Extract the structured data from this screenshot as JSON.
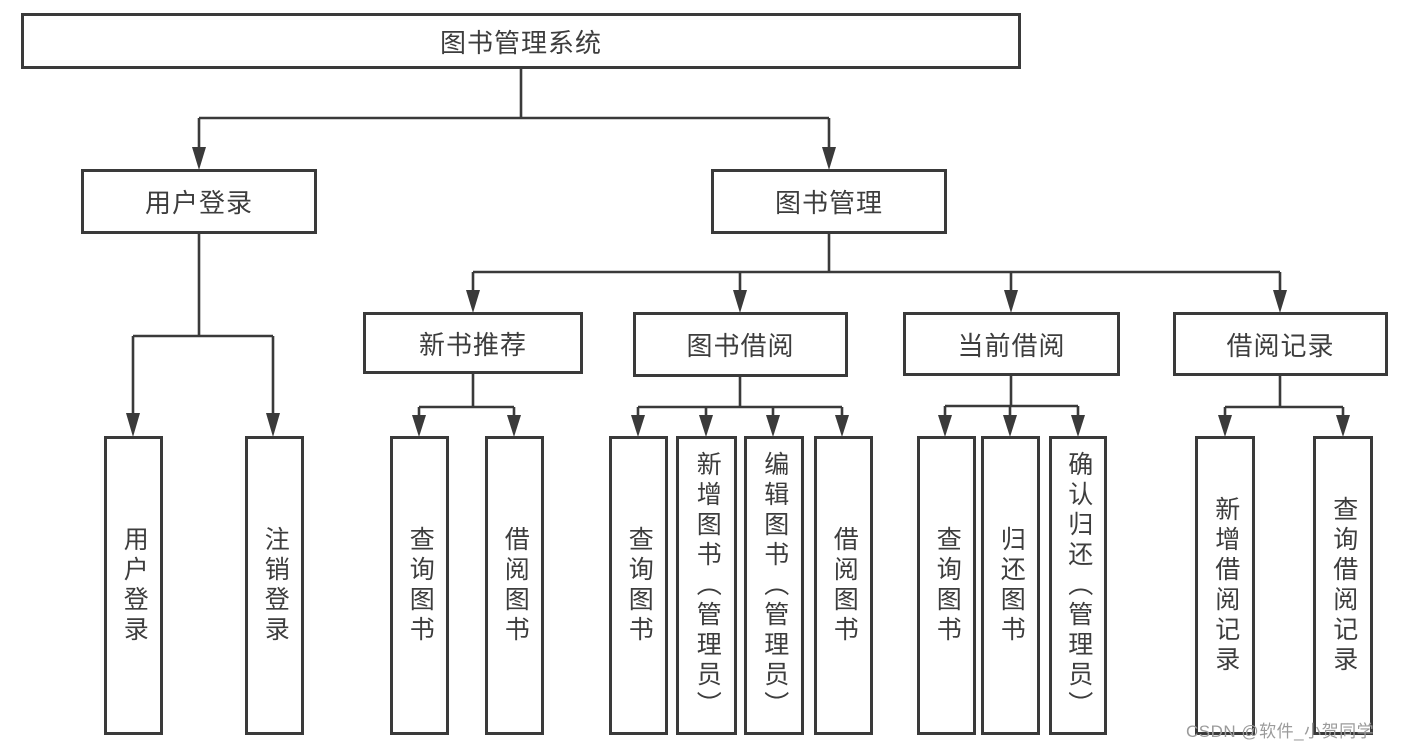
{
  "diagram_title": "图书管理系统",
  "nodes": {
    "root": {
      "label": "图书管理系统"
    },
    "level2": [
      {
        "label": "用户登录"
      },
      {
        "label": "图书管理"
      }
    ],
    "level3": [
      {
        "label": "新书推荐",
        "parent": "图书管理"
      },
      {
        "label": "图书借阅",
        "parent": "图书管理"
      },
      {
        "label": "当前借阅",
        "parent": "图书管理"
      },
      {
        "label": "借阅记录",
        "parent": "图书管理"
      }
    ],
    "leaves": [
      {
        "label": "用户登录",
        "parent": "用户登录"
      },
      {
        "label": "注销登录",
        "parent": "用户登录"
      },
      {
        "label": "查询图书",
        "parent": "新书推荐"
      },
      {
        "label": "借阅图书",
        "parent": "新书推荐"
      },
      {
        "label": "查询图书",
        "parent": "图书借阅"
      },
      {
        "label": "新增图书（管理员）",
        "parent": "图书借阅"
      },
      {
        "label": "编辑图书（管理员）",
        "parent": "图书借阅"
      },
      {
        "label": "借阅图书",
        "parent": "图书借阅"
      },
      {
        "label": "查询图书",
        "parent": "当前借阅"
      },
      {
        "label": "归还图书",
        "parent": "当前借阅"
      },
      {
        "label": "确认归还（管理员）",
        "parent": "当前借阅"
      },
      {
        "label": "新增借阅记录",
        "parent": "借阅记录"
      },
      {
        "label": "查询借阅记录",
        "parent": "借阅记录"
      }
    ]
  },
  "watermark": "CSDN @软件_小贺同学",
  "colors": {
    "line": "#3a3a3a",
    "text": "#3d3d3d",
    "watermark": "#9b9b9b",
    "background": "#ffffff",
    "box_fill": "#ffffff"
  }
}
